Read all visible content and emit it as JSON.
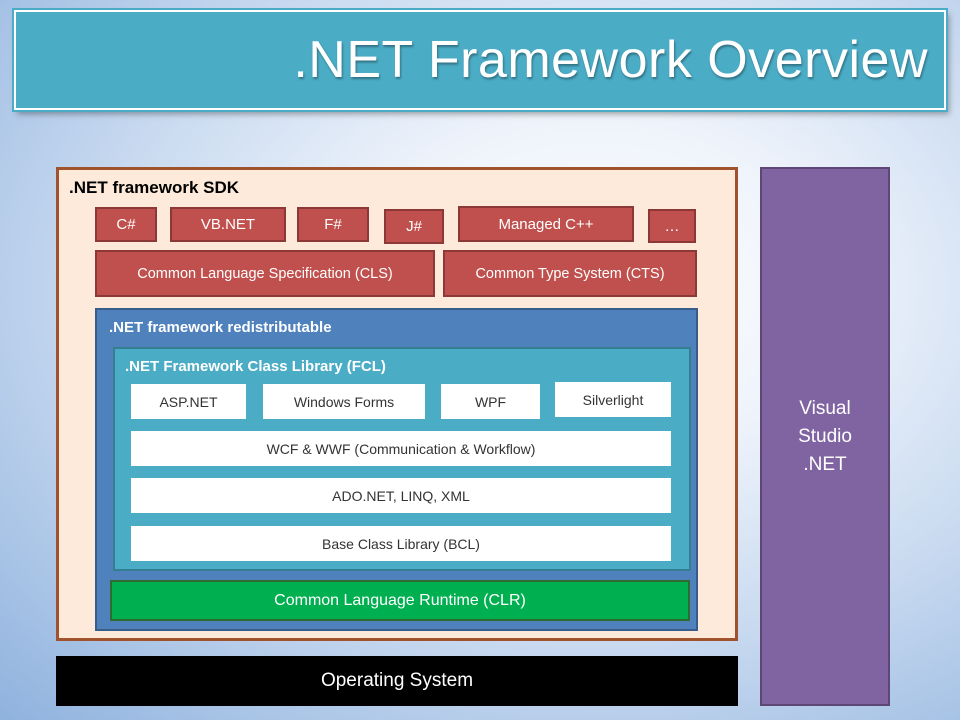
{
  "title": ".NET Framework Overview",
  "sdk": {
    "title": ".NET framework SDK",
    "languages": [
      "C#",
      "VB.NET",
      "F#",
      "J#",
      "Managed C++",
      "…"
    ],
    "cls": "Common Language Specification (CLS)",
    "cts": "Common Type System (CTS)"
  },
  "redistributable": {
    "title": ".NET framework redistributable",
    "fcl": {
      "title": ".NET Framework Class Library (FCL)",
      "top_row": [
        "ASP.NET",
        "Windows Forms",
        "WPF",
        "Silverlight"
      ],
      "wcf": "WCF & WWF (Communication & Workflow)",
      "ado": "ADO.NET, LINQ, XML",
      "bcl": "Base Class Library (BCL)"
    },
    "clr": "Common Language Runtime (CLR)"
  },
  "os": "Operating System",
  "visual_studio": "Visual\nStudio\n.NET"
}
